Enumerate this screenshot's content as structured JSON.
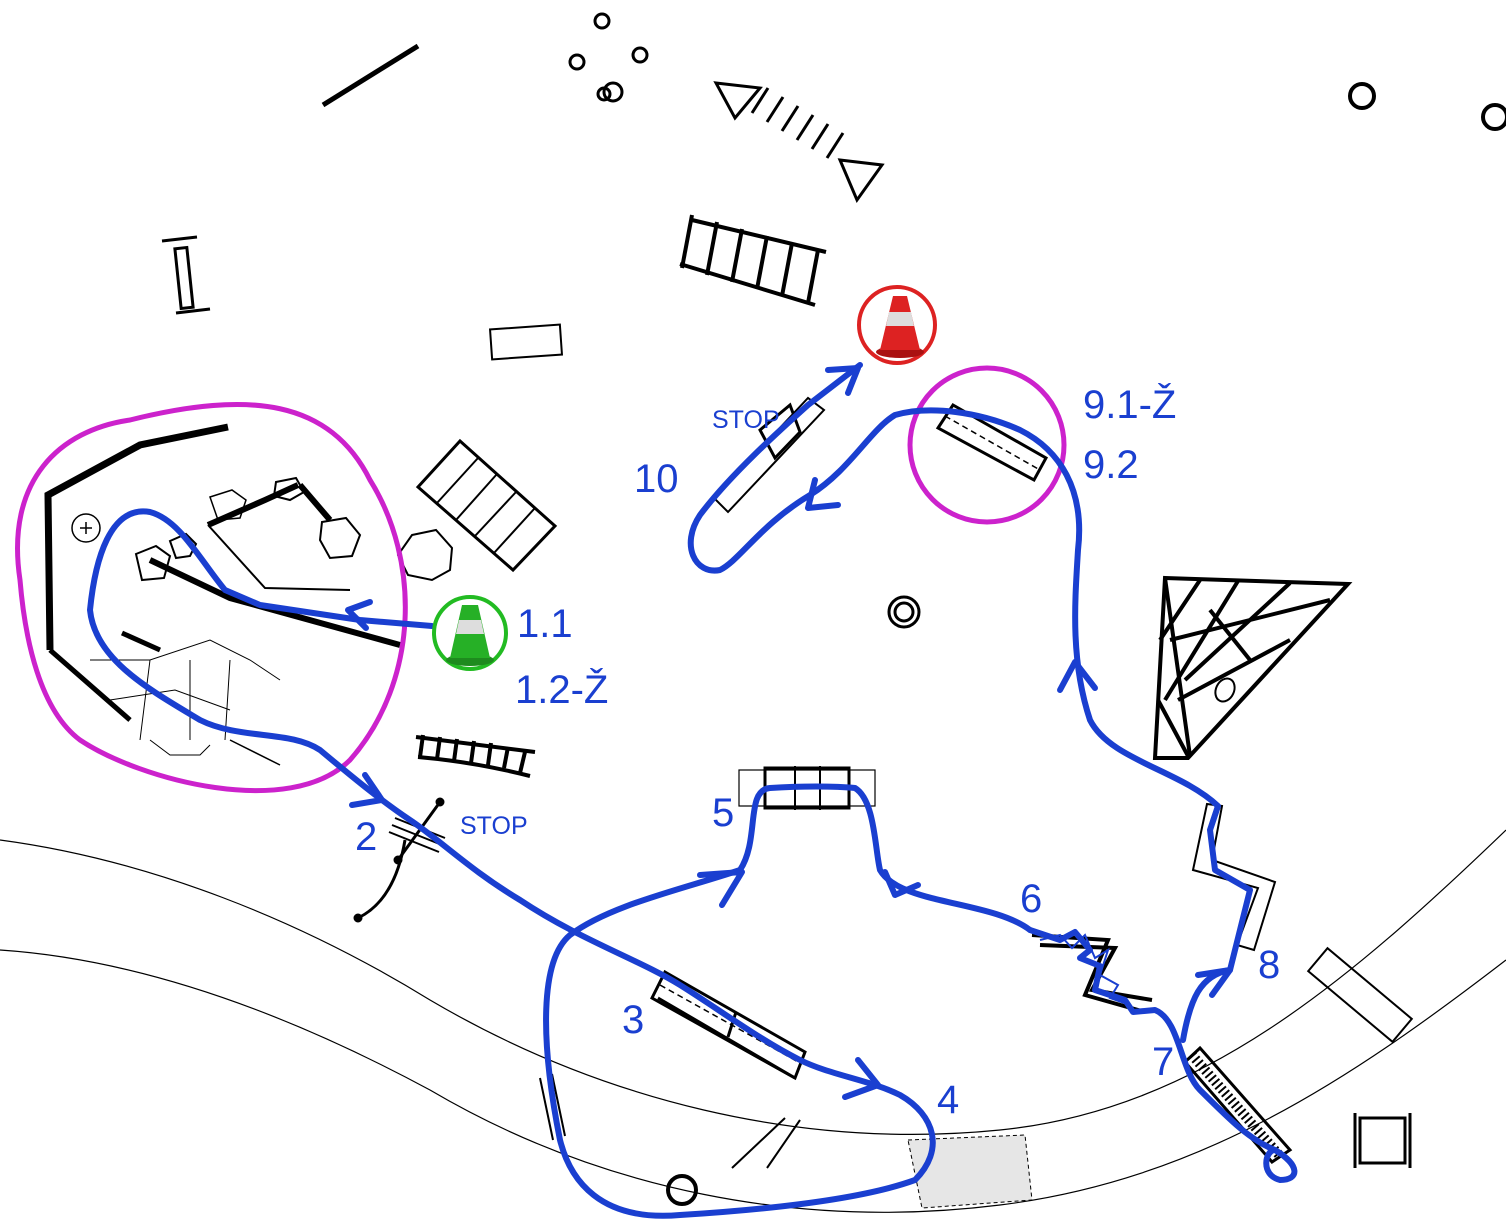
{
  "labels": {
    "l_1_1": "1.1",
    "l_1_2": "1.2-Ž",
    "l_2": "2",
    "l_3": "3",
    "l_4": "4",
    "l_5": "5",
    "l_6": "6",
    "l_7": "7",
    "l_8": "8",
    "l_9_1": "9.1-Ž",
    "l_9_2": "9.2",
    "l_10": "10",
    "stop_2": "STOP",
    "stop_10": "STOP"
  },
  "colors": {
    "route": "#1a3fd0",
    "zone_circle": "#cc22cc",
    "start_marker": "#22bb22",
    "finish_marker": "#dd2222"
  },
  "icons": {
    "start": "green-traffic-cone-icon",
    "finish": "red-traffic-cone-icon"
  }
}
